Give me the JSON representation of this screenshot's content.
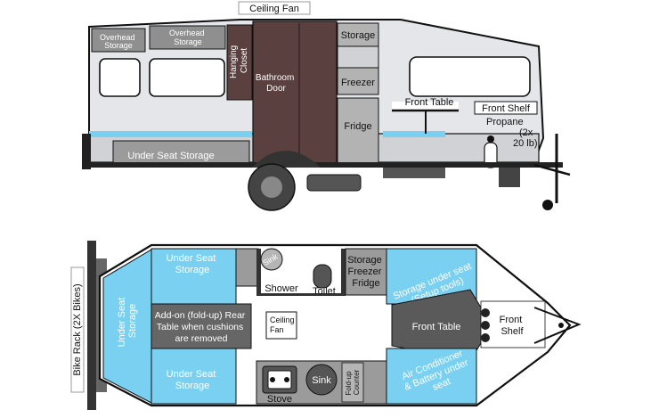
{
  "diagram": {
    "side_view": {
      "ceiling_fan": "Ceiling Fan",
      "overhead_storage_left": [
        "Overhead",
        "Storage"
      ],
      "overhead_storage_right": [
        "Overhead",
        "Storage"
      ],
      "hanging_closet": [
        "Hanging",
        "Closet"
      ],
      "bathroom_door": [
        "Bathroom",
        "Door"
      ],
      "storage": "Storage",
      "freezer": "Freezer",
      "fridge": "Fridge",
      "front_table": "Front Table",
      "front_shelf": "Front Shelf",
      "propane": [
        "Propane",
        "(2x",
        "20 lb)"
      ],
      "under_seat_storage": "Under Seat Storage"
    },
    "floor_plan": {
      "bike_rack": "Bike Rack (2X Bikes)",
      "under_seat_storage_left": [
        "Under Seat",
        "Storage"
      ],
      "under_seat_storage_top": [
        "Under Seat",
        "Storage"
      ],
      "under_seat_storage_bottom": [
        "Under Seat",
        "Storage"
      ],
      "rear_table": [
        "Add-on (fold-up) Rear",
        "Table when cushions",
        "are removed"
      ],
      "sink_shower": "Sink",
      "shower": "Shower",
      "toilet": "Toilet",
      "storage_freezer_fridge": [
        "Storage",
        "Freezer",
        "Fridge"
      ],
      "ceiling_fan": [
        "Ceiling",
        "Fan"
      ],
      "storage_under_seat": [
        "Storage under seat",
        "(Setup tools)"
      ],
      "front_table": "Front Table",
      "front_shelf": [
        "Front",
        "Shelf"
      ],
      "ac_battery": [
        "Air Conditioner",
        "& Battery under",
        "seat"
      ],
      "stove": "Stove",
      "sink": "Sink",
      "fold_up_counter": [
        "Fold-up",
        "Counter"
      ]
    },
    "colors": {
      "outline": "#111111",
      "body": "#e2e4e8",
      "window": "#ffffff",
      "wood": "#5b4040",
      "gray_panel": "#9b9b9b",
      "dark_gray": "#666666",
      "blue": "#7ad0f0",
      "table": "#5a5a5a"
    }
  }
}
